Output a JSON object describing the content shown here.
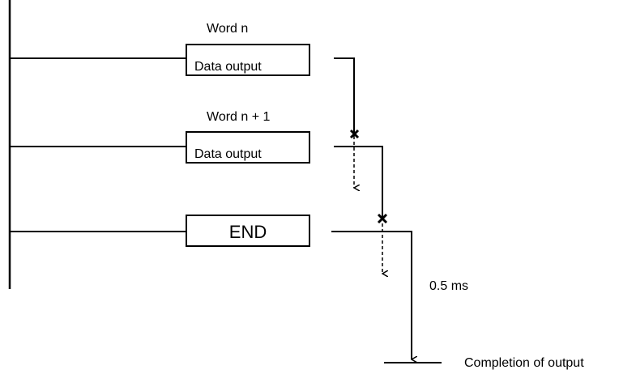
{
  "labels": {
    "word_n": "Word n",
    "box1_text": "Data output",
    "word_n_plus_1": "Word n + 1",
    "box2_text": "Data output",
    "end_text": "END",
    "time": "0.5 ms",
    "completion": "Completion of output"
  },
  "colors": {
    "line": "#000000",
    "background": "#ffffff"
  }
}
